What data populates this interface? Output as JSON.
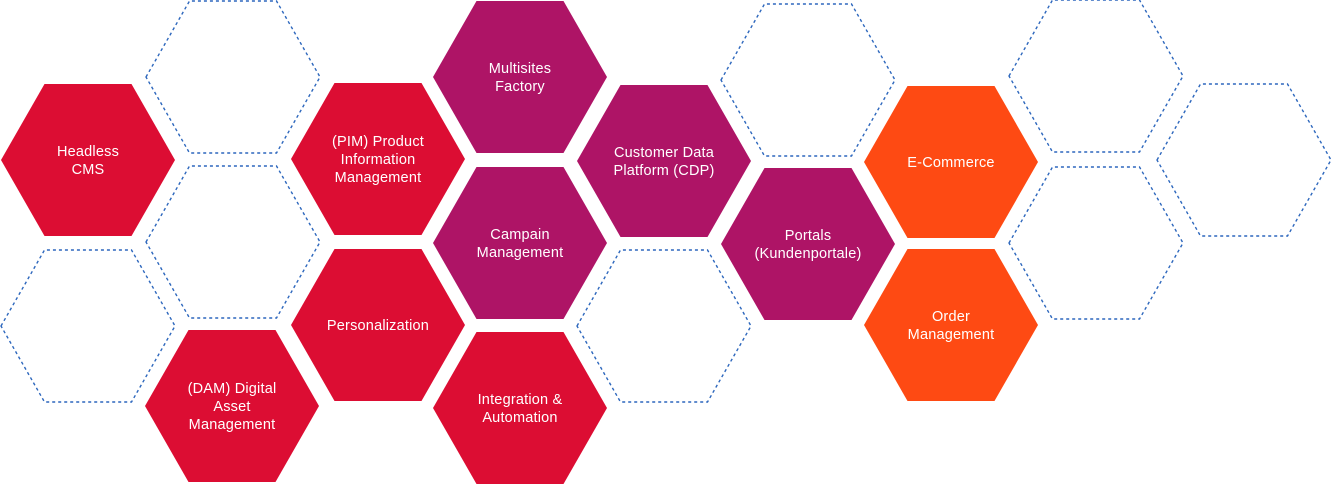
{
  "colors": {
    "red": "#dc0d33",
    "purple": "#ae1466",
    "orange": "#fe4a13",
    "outline": "#2d67bd",
    "label": "#ffffff"
  },
  "hexagons": [
    {
      "id": "headless-cms",
      "color": "red",
      "lines": [
        "Headless",
        "CMS"
      ]
    },
    {
      "id": "dam-digital-asset-management",
      "color": "red",
      "lines": [
        "(DAM) Digital",
        "Asset",
        "Management"
      ]
    },
    {
      "id": "pim-product-information-management",
      "color": "red",
      "lines": [
        "(PIM) Product",
        "Information",
        "Management"
      ]
    },
    {
      "id": "personalization",
      "color": "red",
      "lines": [
        "Personalization"
      ]
    },
    {
      "id": "multisites-factory",
      "color": "purple",
      "lines": [
        "Multisites",
        "Factory"
      ]
    },
    {
      "id": "campain-management",
      "color": "purple",
      "lines": [
        "Campain",
        "Management"
      ]
    },
    {
      "id": "integration-automation",
      "color": "red",
      "lines": [
        "Integration &",
        "Automation"
      ]
    },
    {
      "id": "customer-data-platform",
      "color": "purple",
      "lines": [
        "Customer Data",
        "Platform (CDP)"
      ]
    },
    {
      "id": "portals",
      "color": "purple",
      "lines": [
        "Portals",
        "(Kundenportale)"
      ]
    },
    {
      "id": "e-commerce",
      "color": "orange",
      "lines": [
        "E-Commerce"
      ]
    },
    {
      "id": "order-management",
      "color": "orange",
      "lines": [
        "Order",
        "Management"
      ]
    }
  ]
}
